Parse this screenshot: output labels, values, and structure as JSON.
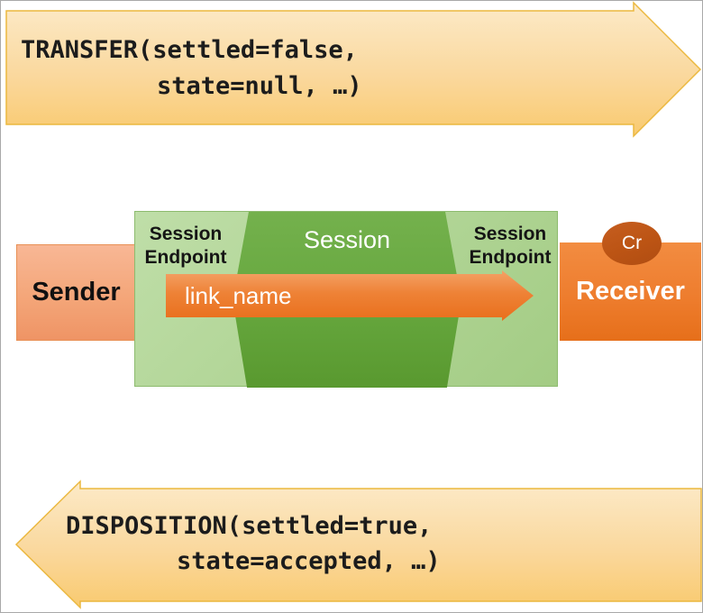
{
  "diagram": {
    "title_hint": "AMQP link message transfer diagram",
    "transfer_arrow": {
      "line1": "TRANSFER(settled=false,",
      "line2": "state=null, …)",
      "direction": "right",
      "fill_top": "#FCEAC8",
      "fill_bottom": "#F9CA6F",
      "border_color": "#EBB83F"
    },
    "disposition_arrow": {
      "line1": "DISPOSITION(settled=true,",
      "line2": "state=accepted, …)",
      "direction": "left",
      "fill_top": "#FCEAC8",
      "fill_bottom": "#F9CA6F",
      "border_color": "#EBB83F"
    },
    "sender": {
      "label": "Sender",
      "fill": "#F4A679",
      "text_color": "#111111"
    },
    "receiver": {
      "label": "Receiver",
      "fill": "#ED7D31",
      "text_color": "#FFFFFF"
    },
    "credit_badge": {
      "label": "Cr",
      "fill": "#BC5414",
      "text_color": "#FFFFFF"
    },
    "session": {
      "label": "Session",
      "outer_fill": "#A9D18E",
      "inner_fill": "#67A83F"
    },
    "session_endpoint_left": {
      "line1": "Session",
      "line2": "Endpoint"
    },
    "session_endpoint_right": {
      "line1": "Session",
      "line2": "Endpoint"
    },
    "link": {
      "label": "link_name",
      "fill": "#ED7D31",
      "text_color": "#FFFFFF"
    }
  }
}
